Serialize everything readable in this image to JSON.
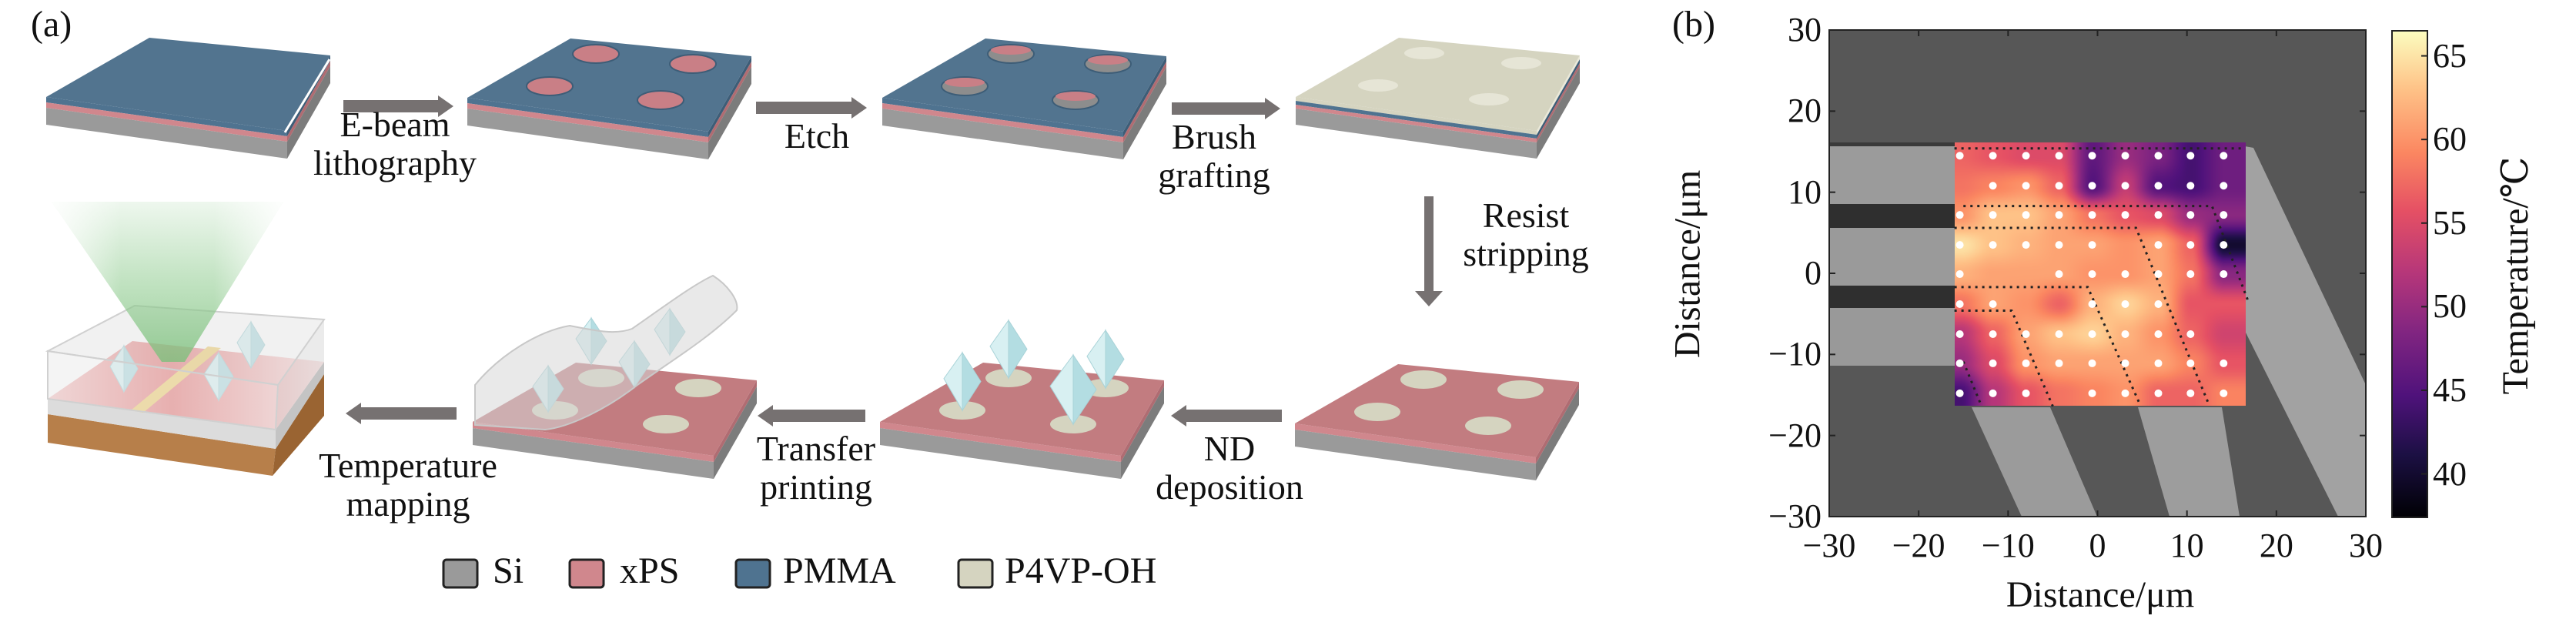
{
  "panel_a": {
    "label": "(a)",
    "steps": [
      {
        "line1": "E-beam",
        "line2": "lithography"
      },
      {
        "line1": "Etch"
      },
      {
        "line1": "Brush",
        "line2": "grafting"
      },
      {
        "line1": "Resist",
        "line2": "stripping"
      },
      {
        "line1": "ND",
        "line2": "deposition"
      },
      {
        "line1": "Transfer",
        "line2": "printing"
      },
      {
        "line1": "Temperature",
        "line2": "mapping"
      }
    ],
    "legend": [
      {
        "label": "Si",
        "color": "#9a9a9a"
      },
      {
        "label": "xPS",
        "color": "#d0878d"
      },
      {
        "label": "PMMA",
        "color": "#4f7390"
      },
      {
        "label": "P4VP-OH",
        "color": "#d5d4c0"
      }
    ],
    "colors": {
      "arrow": "#767171",
      "diamond": "#c9eaee",
      "substrate": "#b77f4a",
      "heater": "#f0d27a",
      "laser": "#8ecb8e"
    }
  },
  "panel_b": {
    "label": "(b)"
  },
  "chart_data": {
    "type": "heatmap",
    "title": "",
    "xlabel": "Distance/μm",
    "ylabel": "Distance/μm",
    "xlim": [
      -30,
      30
    ],
    "ylim": [
      -30,
      30
    ],
    "xticks": [
      -30,
      -20,
      -10,
      0,
      10,
      20,
      30
    ],
    "xtick_labels": [
      "−30",
      "−20",
      "−10",
      "0",
      "10",
      "20",
      "30"
    ],
    "yticks": [
      30,
      20,
      10,
      0,
      -10,
      -20,
      -30
    ],
    "ytick_labels": [
      "30",
      "20",
      "10",
      "0",
      "−10",
      "−20",
      "−30"
    ],
    "grid": false,
    "map_extent": {
      "x": [
        -16,
        16.5
      ],
      "y": [
        -16.4,
        16.1
      ]
    },
    "sample_x": [
      -15.4,
      -11.7,
      -8.0,
      -4.3,
      -0.6,
      3.1,
      6.8,
      10.4,
      14.1
    ],
    "sample_y": [
      14.5,
      10.8,
      7.2,
      3.5,
      -0.1,
      -3.8,
      -7.5,
      -11.1,
      -14.8
    ],
    "values": [
      [
        57,
        56,
        55,
        55,
        46,
        50,
        48,
        44,
        47
      ],
      [
        58,
        59,
        60,
        57,
        45,
        53,
        45,
        44,
        47
      ],
      [
        60,
        63,
        63,
        61,
        58,
        56,
        55,
        50,
        49
      ],
      [
        65,
        63,
        62,
        61,
        61,
        60,
        61,
        57,
        40
      ],
      [
        62,
        61,
        61,
        61,
        60,
        60,
        61,
        58,
        49
      ],
      [
        58,
        61,
        60,
        57,
        62,
        64,
        62,
        56,
        56
      ],
      [
        52,
        57,
        61,
        63,
        64,
        62,
        60,
        57,
        54
      ],
      [
        50,
        55,
        60,
        61,
        61,
        61,
        61,
        59,
        56
      ],
      [
        44,
        52,
        56,
        58,
        59,
        60,
        57,
        57,
        59
      ]
    ],
    "measured": [
      [
        1,
        1,
        1,
        1,
        1,
        1,
        1,
        1,
        1
      ],
      [
        0,
        1,
        1,
        1,
        1,
        1,
        1,
        1,
        1
      ],
      [
        1,
        1,
        1,
        1,
        1,
        1,
        1,
        1,
        1
      ],
      [
        1,
        1,
        1,
        1,
        1,
        0,
        1,
        1,
        1
      ],
      [
        1,
        0,
        0,
        1,
        1,
        1,
        1,
        1,
        1
      ],
      [
        1,
        1,
        0,
        0,
        1,
        1,
        1,
        0,
        0
      ],
      [
        1,
        1,
        1,
        1,
        1,
        1,
        1,
        1,
        0
      ],
      [
        1,
        1,
        1,
        1,
        1,
        1,
        1,
        1,
        1
      ],
      [
        1,
        1,
        1,
        0,
        1,
        1,
        1,
        1,
        1
      ]
    ],
    "colorbar": {
      "label": "Temperature/℃",
      "range": [
        37.4,
        66.5
      ],
      "ticks": [
        65,
        60,
        55,
        50,
        45,
        40
      ],
      "tick_labels": [
        "65",
        "60",
        "55",
        "50",
        "45",
        "40"
      ],
      "colormap": "magma"
    }
  }
}
